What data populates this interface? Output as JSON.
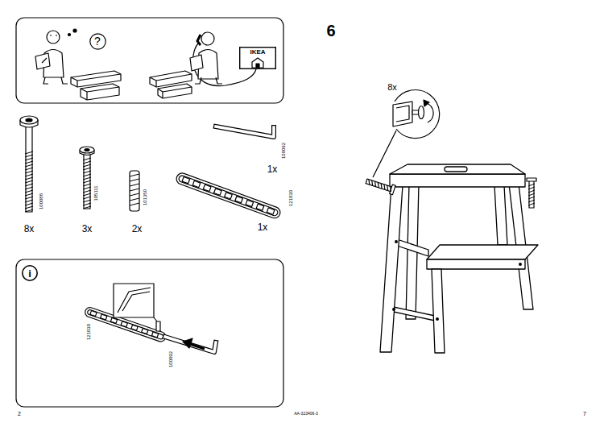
{
  "diagram": {
    "nodes": [
      {
        "text": [
          "?"
        ]
      },
      {
        "text": [
          "IKEA"
        ]
      },
      {
        "text": [
          "i"
        ]
      }
    ],
    "labels": [
      "100088",
      "8x",
      "105111",
      "3x",
      "101350",
      "2x",
      "100092",
      "1x",
      "121030",
      "1x",
      "121030",
      "100092",
      "6",
      "8x",
      "2",
      "AA-323406-3",
      "7"
    ]
  }
}
